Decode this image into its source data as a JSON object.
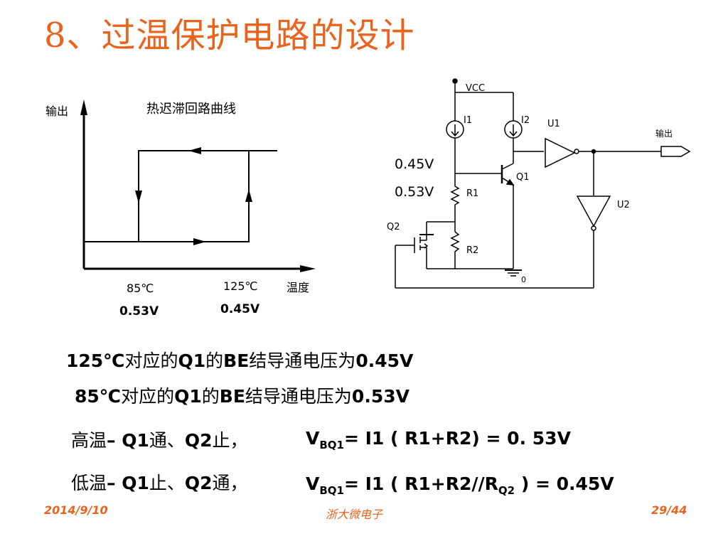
{
  "slide": {
    "title": "8、过温保护电路的设计"
  },
  "hysteresis_graph": {
    "title": "热迟滞回路曲线",
    "y_label": "输出",
    "x_label": "温度",
    "tick_low": "85℃",
    "tick_high": "125℃",
    "value_low": "0.53V",
    "value_high": "0.45V"
  },
  "circuit": {
    "vcc": "VCC",
    "i1": "I1",
    "i2": "I2",
    "u1": "U1",
    "u2": "U2",
    "q1": "Q1",
    "q2": "Q2",
    "r1": "R1",
    "r2": "R2",
    "output": "输出",
    "ground": "0",
    "v_high": "0.45V",
    "v_low": "0.53V"
  },
  "notes": {
    "line1": {
      "t": "125℃",
      "c": "对应的",
      "q": "Q1",
      "c2": "的",
      "be": "BE",
      "c3": "结导通电压为",
      "v": "0.45V"
    },
    "line2": {
      "t": "85℃",
      "c": "对应的",
      "q": "Q1",
      "c2": "的",
      "be": "BE",
      "c3": "结导通电压为",
      "v": "0.53V"
    },
    "line3": {
      "a": "高温",
      "b": "– Q1",
      "c": "通、",
      "d": "Q2",
      "e": "止，",
      "v": "V",
      "sub": "BQ1",
      "f": "= I1 ( R1+R2) = 0. 53V"
    },
    "line4": {
      "a": "低温",
      "b": "– Q1",
      "c": "止、",
      "d": "Q2",
      "e": "通，",
      "v": "V",
      "sub": "BQ1",
      "f": "= I1 ( R1+R2//R",
      "sub2": "Q2",
      "g": " ) = 0.45V"
    }
  },
  "footer": {
    "date": "2014/9/10",
    "org": "浙大微电子",
    "page": "29/44"
  }
}
